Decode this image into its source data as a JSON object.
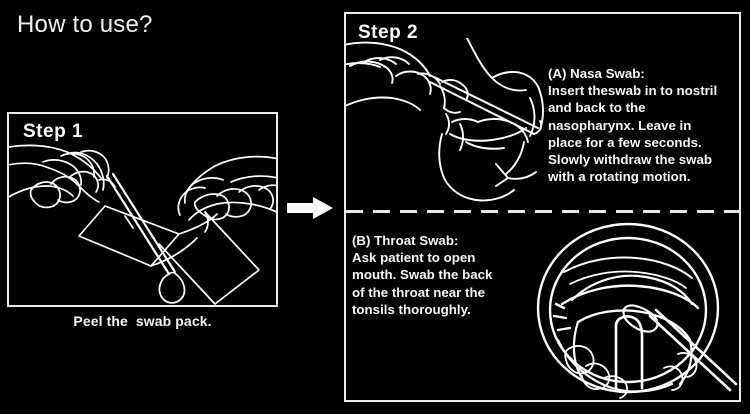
{
  "page": {
    "title": "How to use?",
    "background_color": "#000000",
    "ink_color": "#ffffff"
  },
  "step1": {
    "label": "Step 1",
    "caption": "Peel the  swab pack.",
    "illustration_name": "two-hands-peeling-swab-pack"
  },
  "flow": {
    "arrow_icon": "arrow-right-icon",
    "divider": "dashed-horizontal-divider"
  },
  "step2": {
    "label": "Step 2",
    "sections": [
      {
        "id": "nasal",
        "heading": "(A) Nasa Swab:",
        "body": "Insert theswab in to nostril\nand back to the\nnasopharynx. Leave in\nplace for a few seconds.\nSlowly withdraw the swab\nwith a rotating motion.",
        "illustration_name": "head-profile-nasal-swab-insertion"
      },
      {
        "id": "throat",
        "heading": "(B) Throat Swab:",
        "body": "Ask patient to open\nmouth. Swab the back\nof the throat near the\ntonsils thoroughly.",
        "illustration_name": "open-mouth-throat-swab"
      }
    ]
  }
}
